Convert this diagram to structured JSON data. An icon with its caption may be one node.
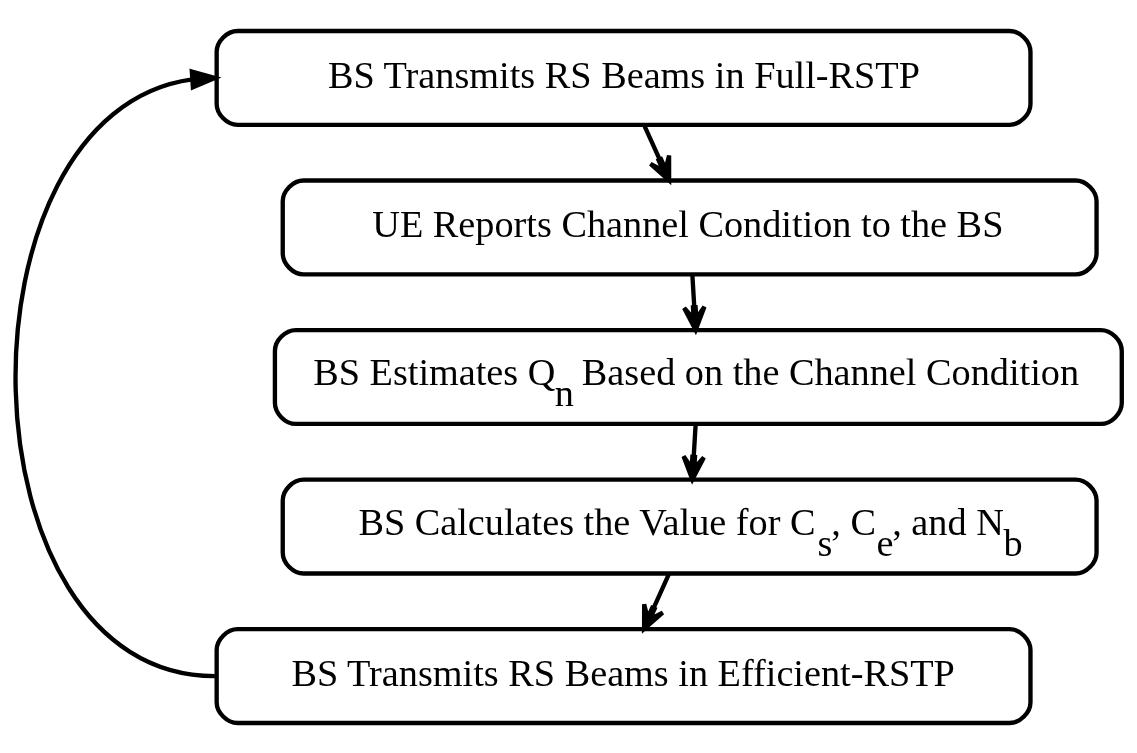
{
  "diagram": {
    "nodes": [
      {
        "text": [
          "BS Transmits RS Beams in Full-RSTP"
        ]
      },
      {
        "text": [
          "UE Reports Channel Condition to the BS"
        ]
      },
      {
        "text": [
          "BS Estimates Q$_{n}$ Based on the Channel Condition"
        ]
      },
      {
        "text": [
          "BS Calculates the Value for C$_{s}$, C$_{e}$, and N$_{b}$"
        ]
      },
      {
        "text": [
          "BS Transmits RS Beams in Efficient-RSTP"
        ]
      }
    ],
    "edges": [
      {
        "from": 0,
        "to": 1,
        "arrow": "to"
      },
      {
        "from": 1,
        "to": 2,
        "arrow": "to"
      },
      {
        "from": 2,
        "to": 3,
        "arrow": "to"
      },
      {
        "from": 3,
        "to": 4,
        "arrow": "to"
      },
      {
        "from": 4,
        "to": 0,
        "arrow": "to"
      }
    ]
  }
}
